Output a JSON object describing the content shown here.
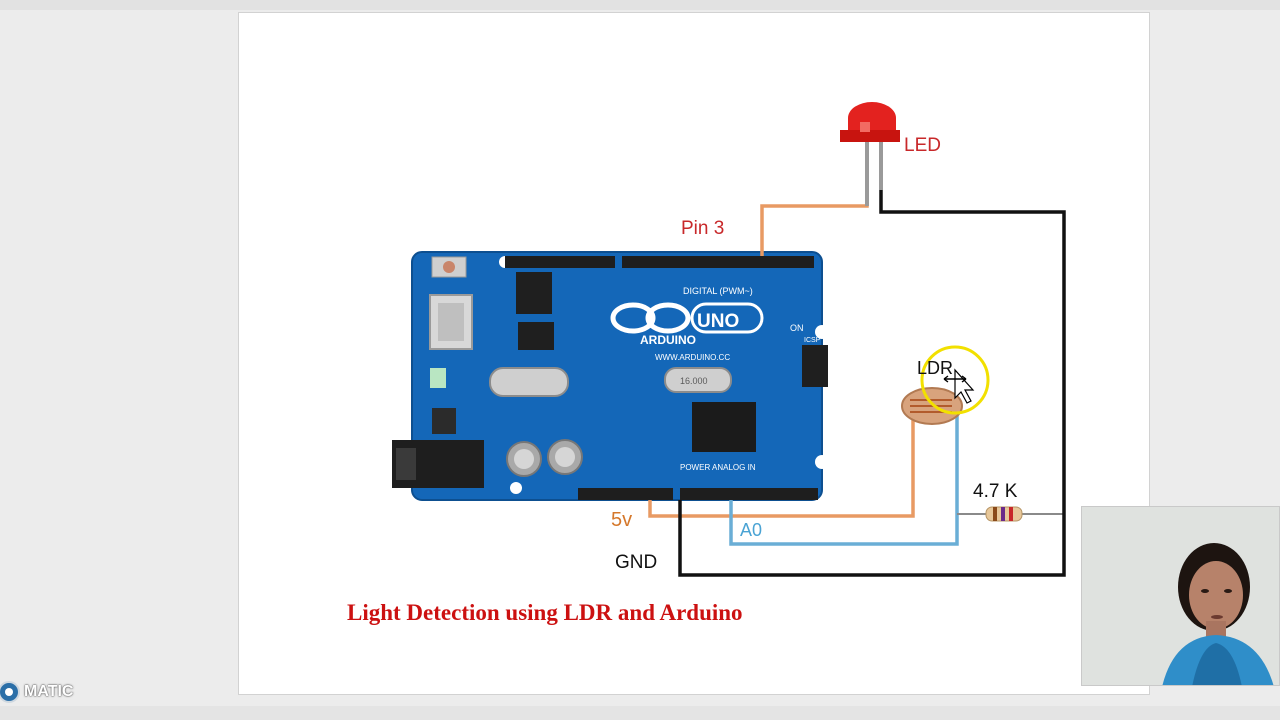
{
  "slide": {
    "title": "Light Detection using LDR and Arduino",
    "labels": {
      "led": "LED",
      "pin3": "Pin 3",
      "ldr": "LDR",
      "resistor": "4.7 K",
      "five_v": "5v",
      "a0": "A0",
      "gnd": "GND"
    },
    "board": {
      "logo_text": "UNO",
      "brand": "ARDUINO",
      "digital_header": "DIGITAL (PWM~)",
      "analog_header": "POWER  ANALOG IN",
      "on_label": "ON",
      "icsp_label": "ICSP",
      "url": "WWW.ARDUINO.CC",
      "crystal": "16.000"
    }
  },
  "branding": {
    "text": "MATIC"
  },
  "colors": {
    "title": "#cc1111",
    "led_label": "#c8282a",
    "pin3_label": "#c8282a",
    "five_v_label": "#d5782b",
    "a0_label": "#4aa3d4",
    "wire_orange": "#e89a63",
    "wire_blue": "#6aaed6",
    "wire_black": "#111111",
    "board_blue": "#1467b8",
    "highlight_ring": "#f2e000"
  },
  "icons": {
    "cursor": "move-cursor-icon",
    "brand_logo": "circle-logo-icon"
  }
}
